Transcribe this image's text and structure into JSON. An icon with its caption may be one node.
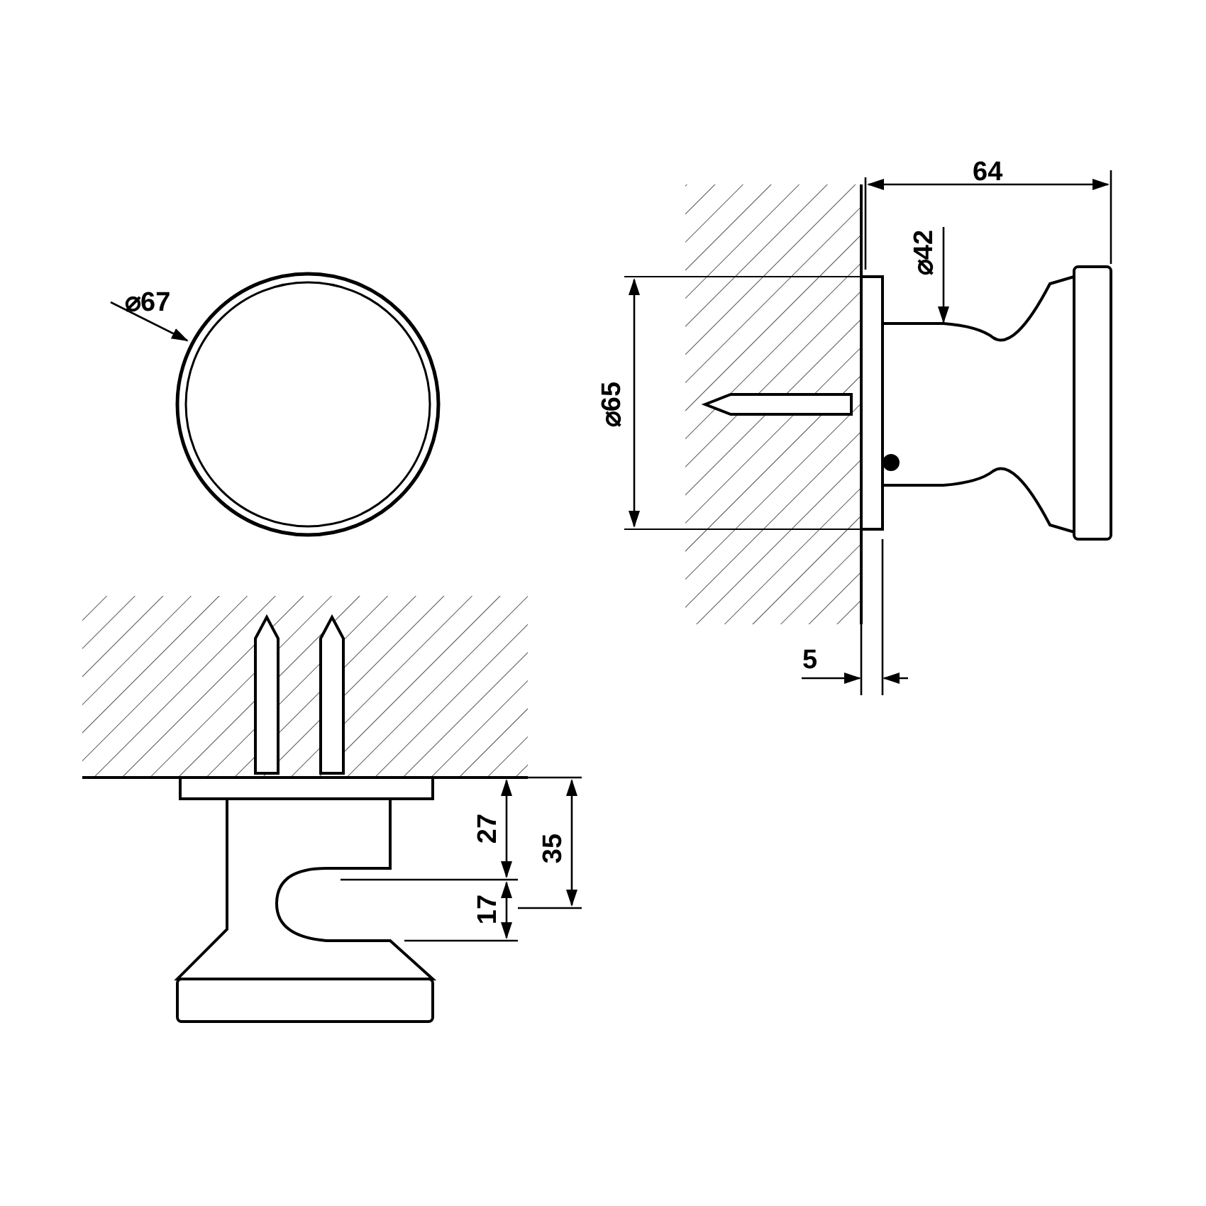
{
  "diagram": {
    "labels": [
      "64",
      "⌀42",
      "⌀67",
      "⌀65",
      "5",
      "27",
      "35",
      "17"
    ]
  }
}
